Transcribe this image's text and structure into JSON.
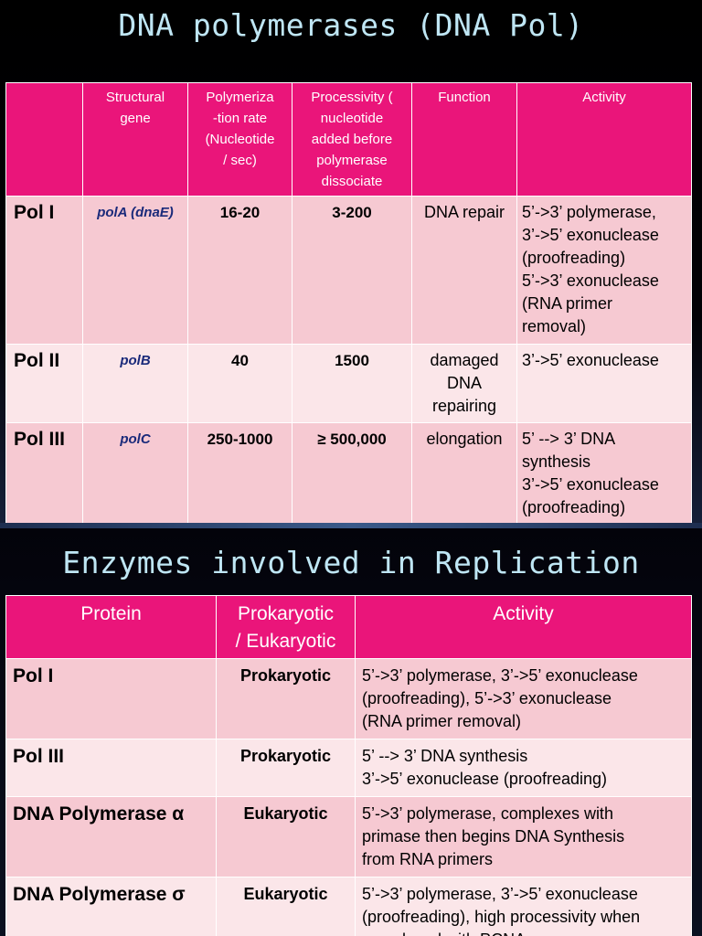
{
  "slide1": {
    "title": "DNA polymerases (DNA Pol)",
    "headers": [
      "",
      [
        "Structural",
        "gene"
      ],
      [
        "Polymeriza",
        "-tion rate",
        "(Nucleotide",
        "/ sec)"
      ],
      [
        "Processivity (",
        "nucleotide",
        "added before",
        "polymerase",
        "dissociate"
      ],
      [
        "Function"
      ],
      [
        "Activity"
      ]
    ],
    "rows": [
      {
        "name": "Pol I",
        "gene": "polA (dnaE)",
        "rate": "16-20",
        "processivity": "3-200",
        "function": [
          "DNA repair"
        ],
        "activity": [
          "5’->3’ polymerase,",
          "3’->5’ exonuclease",
          "(proofreading)",
          "5’->3’ exonuclease",
          "(RNA primer",
          "removal)"
        ]
      },
      {
        "name": "Pol II",
        "gene": "polB",
        "rate": "40",
        "processivity": "1500",
        "function": [
          "damaged",
          "DNA",
          "repairing"
        ],
        "activity": [
          "3’->5’ exonuclease"
        ]
      },
      {
        "name": "Pol III",
        "gene": "polC",
        "rate": "250-1000",
        "processivity": "≥ 500,000",
        "function": [
          "elongation"
        ],
        "activity": [
          "5’ --> 3’ DNA",
          "synthesis",
          "3’->5’ exonuclease",
          "(proofreading)"
        ]
      }
    ]
  },
  "slide2": {
    "title": "Enzymes involved in Replication",
    "headers": [
      [
        "Protein"
      ],
      [
        "Prokaryotic",
        "/ Eukaryotic"
      ],
      [
        "Activity"
      ]
    ],
    "rows": [
      {
        "name": "Pol I",
        "type": "Prokaryotic",
        "activity": [
          "5’->3’ polymerase, 3’->5’ exonuclease",
          "(proofreading), 5’->3’ exonuclease",
          "(RNA primer removal)"
        ]
      },
      {
        "name": "Pol III",
        "type": "Prokaryotic",
        "activity": [
          "5’ --> 3’ DNA synthesis",
          "3’->5’ exonuclease (proofreading)"
        ]
      },
      {
        "name": "DNA Polymerase α",
        "type": "Eukaryotic",
        "activity": [
          "5’->3’ polymerase,  complexes with",
          "primase then begins DNA Synthesis",
          "from RNA primers"
        ]
      },
      {
        "name": "DNA Polymerase σ",
        "type": "Eukaryotic",
        "activity": [
          "5’->3’ polymerase, 3’->5’ exonuclease",
          "(proofreading), high processivity when",
          "complexed with PCNA."
        ]
      }
    ]
  }
}
